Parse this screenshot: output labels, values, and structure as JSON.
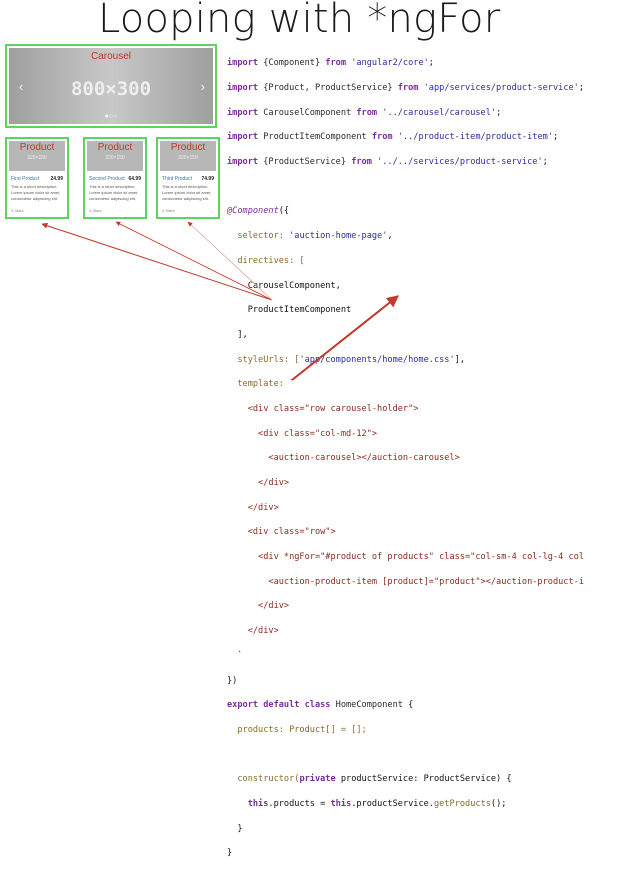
{
  "title": "Looping with *ngFor",
  "carousel": {
    "label": "Carousel",
    "size": "800×300",
    "prev": "‹",
    "next": "›",
    "dots": "●○○"
  },
  "cards": [
    {
      "label": "Product",
      "size": "320×150",
      "name": "First Product",
      "price": "24.99",
      "desc": "This is a short description. Lorem ipsum dolor sit amet, consectetur adipiscing elit.",
      "stars": "3 Stars"
    },
    {
      "label": "Product",
      "size": "320×150",
      "name": "Second Product",
      "price": "64.99",
      "desc": "This is a short description. Lorem ipsum dolor sit amet, consectetur adipiscing elit.",
      "stars": "4 Stars"
    },
    {
      "label": "Product",
      "size": "320×150",
      "name": "Third Product",
      "price": "74.99",
      "desc": "This is a short description. Lorem ipsum dolor sit amet, consectetur adipiscing elit.",
      "stars": "4 Stars"
    }
  ],
  "code": {
    "l01": [
      "import ",
      "{Component}",
      " from ",
      "'angular2/core'",
      ";"
    ],
    "l02": [
      "import ",
      "{Product, ProductService}",
      " from ",
      "'app/services/product-service'",
      ";"
    ],
    "l03": [
      "import ",
      "CarouselComponent",
      " from ",
      "'../carousel/carousel'",
      ";"
    ],
    "l04": [
      "import ",
      "ProductItemComponent",
      " from ",
      "'../product-item/product-item'",
      ";"
    ],
    "l05": [
      "import ",
      "{ProductService}",
      " from ",
      "'../../services/product-service'",
      ";"
    ],
    "l06": "",
    "l07": [
      "@Component",
      "({"
    ],
    "l08": [
      "  selector: ",
      "'auction-home-page'",
      ","
    ],
    "l09": [
      "  directives: ["
    ],
    "l10": [
      "    CarouselComponent,"
    ],
    "l11": [
      "    ProductItemComponent"
    ],
    "l12": [
      "  ],"
    ],
    "l13": [
      "  styleUrls: [",
      "'app/components/home/home.css'",
      "],"
    ],
    "l14": [
      "  template: `"
    ],
    "l15": [
      "    <div class=\"row carousel-holder\">"
    ],
    "l16": [
      "      <div class=\"col-md-12\">"
    ],
    "l17": [
      "        <auction-carousel></auction-carousel>"
    ],
    "l18": [
      "      </div>"
    ],
    "l19": [
      "    </div>"
    ],
    "l20": [
      "    <div class=\"row\">"
    ],
    "l21": [
      "      <div *ngFor=\"#product of products\" class=\"col-sm-4 col-lg-4 col"
    ],
    "l22": [
      "        <auction-product-item [product]=\"product\"></auction-product-i"
    ],
    "l23": [
      "      </div>"
    ],
    "l24": [
      "    </div>"
    ],
    "l25": [
      "  `"
    ],
    "l26": [
      "})"
    ],
    "l27": [
      "export default class ",
      "HomeComponent",
      " {"
    ],
    "l28": [
      "  products: Product[] = [];"
    ],
    "l29": "",
    "l30": [
      "  constructor(",
      "private ",
      "productService: ProductService) {"
    ],
    "l31": [
      "    ",
      "this",
      ".products = ",
      "this",
      ".productService.",
      "getProducts",
      "();"
    ],
    "l32": [
      "  }"
    ],
    "l33": [
      "}"
    ]
  }
}
